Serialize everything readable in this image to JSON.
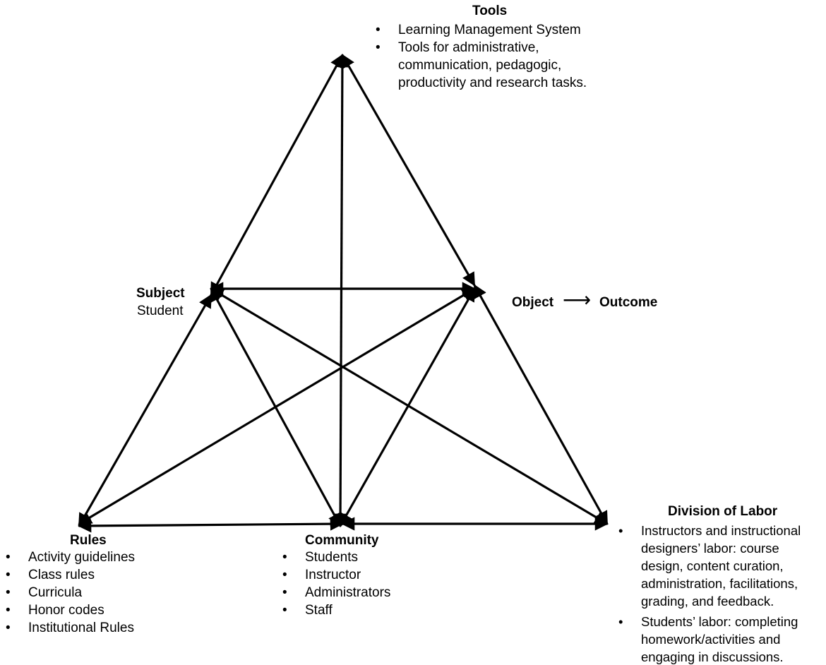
{
  "tools": {
    "heading": "Tools",
    "items": [
      "Learning Management System",
      "Tools for administrative, communication, pedagogic, productivity and research tasks."
    ]
  },
  "subject": {
    "heading": "Subject",
    "value": "Student"
  },
  "object_outcome": {
    "object_label": "Object",
    "arrow": "⟶",
    "outcome_label": "Outcome"
  },
  "rules": {
    "heading": "Rules",
    "items": [
      "Activity guidelines",
      "Class rules",
      "Curricula",
      "Honor codes",
      "Institutional Rules"
    ]
  },
  "community": {
    "heading": "Community",
    "items": [
      "Students",
      "Instructor",
      "Administrators",
      "Staff"
    ]
  },
  "division_of_labor": {
    "heading": "Division of Labor",
    "items": [
      "Instructors and instructional designers’ labor: course design, content curation, administration, facilitations, grading, and feedback.",
      "Students’ labor: completing homework/activities and engaging in discussions."
    ]
  }
}
